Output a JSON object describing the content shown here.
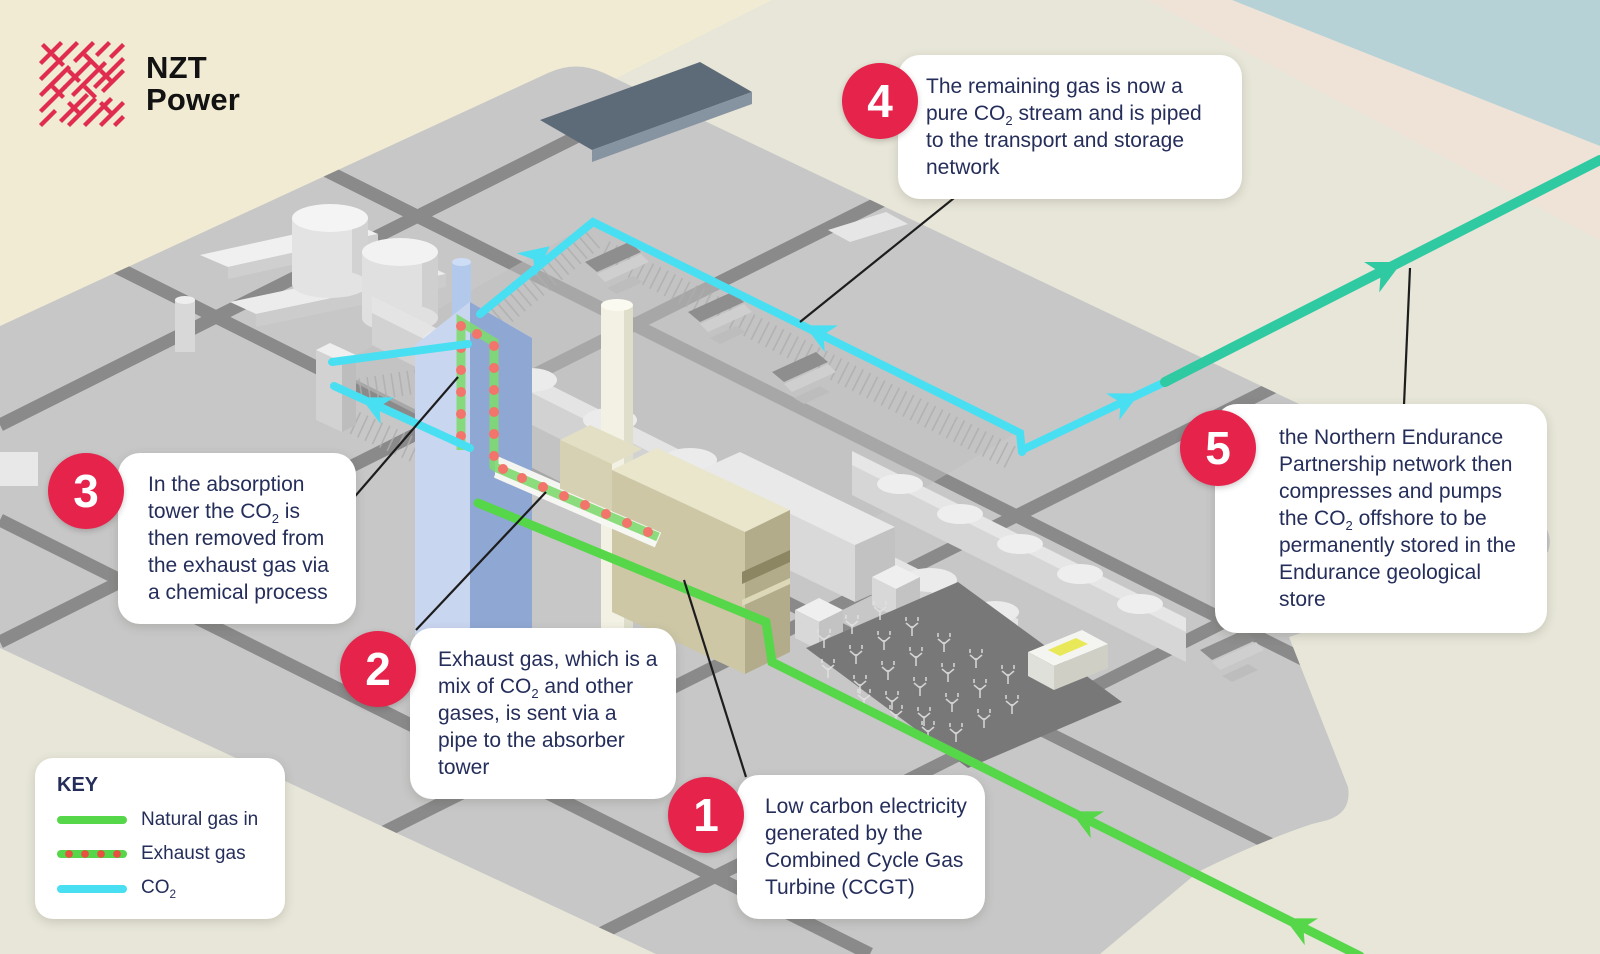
{
  "logo": {
    "line1": "NZT",
    "line2": "Power"
  },
  "callouts": [
    {
      "number": "1",
      "segments": [
        {
          "t": "Low carbon electricity generated by the Combined Cycle Gas Turbine (CCGT)"
        }
      ]
    },
    {
      "number": "2",
      "segments": [
        {
          "t": "Exhaust gas, which is a mix of CO"
        },
        {
          "t": "2",
          "sub": true
        },
        {
          "t": " and other gases, is sent via a pipe to the absorber tower"
        }
      ]
    },
    {
      "number": "3",
      "segments": [
        {
          "t": "In the absorption tower the CO"
        },
        {
          "t": "2",
          "sub": true
        },
        {
          "t": " is then removed from the exhaust gas via a chemical process"
        }
      ]
    },
    {
      "number": "4",
      "segments": [
        {
          "t": "The remaining gas is now a pure CO"
        },
        {
          "t": "2",
          "sub": true
        },
        {
          "t": " stream and is piped to the transport and storage network"
        }
      ]
    },
    {
      "number": "5",
      "segments": [
        {
          "t": "the Northern Endurance Partnership network then compresses and pumps the CO"
        },
        {
          "t": "2",
          "sub": true
        },
        {
          "t": " offshore to be permanently stored in the Endurance geological store"
        }
      ]
    }
  ],
  "key": {
    "title": "KEY",
    "items": [
      {
        "swatch": "solid-green",
        "segments": [
          {
            "t": "Natural gas in"
          }
        ]
      },
      {
        "swatch": "dotted-exhaust",
        "segments": [
          {
            "t": "Exhaust gas"
          }
        ]
      },
      {
        "swatch": "solid-cyan",
        "segments": [
          {
            "t": "CO"
          },
          {
            "t": "2",
            "sub": true
          }
        ]
      }
    ]
  },
  "colors": {
    "badge_red": "#e5234b",
    "text_navy": "#252e5a",
    "natural_gas_green": "#56d649",
    "exhaust_dot_red": "#f2746a",
    "co2_cyan": "#49dff2",
    "offshore_teal": "#2fc9a2",
    "logo_red": "#e02c4e"
  }
}
